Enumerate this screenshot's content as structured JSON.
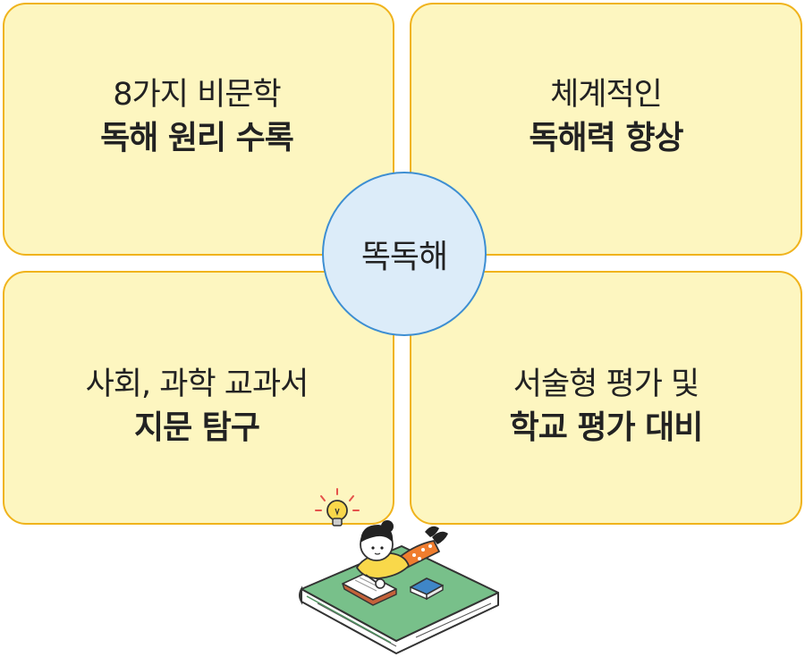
{
  "center": {
    "label": "똑독해"
  },
  "cards": {
    "top_left": {
      "line1": "8가지 비문학",
      "line2": "독해 원리 수록"
    },
    "top_right": {
      "line1": "체계적인",
      "line2": "독해력 향상"
    },
    "bottom_left": {
      "line1": "사회, 과학 교과서",
      "line2": "지문 탐구"
    },
    "bottom_right": {
      "line1": "서술형 평가 및",
      "line2": "학교 평가 대비"
    }
  },
  "colors": {
    "card_fill": "#fdf6c0",
    "card_border": "#f0b31c",
    "circle_fill": "#dcecf9",
    "circle_border": "#3d8ed2",
    "text": "#222222",
    "book_green": "#78c08a"
  },
  "icons": {
    "illustration": "child-reading-on-book-icon",
    "lightbulb": "lightbulb-icon"
  }
}
